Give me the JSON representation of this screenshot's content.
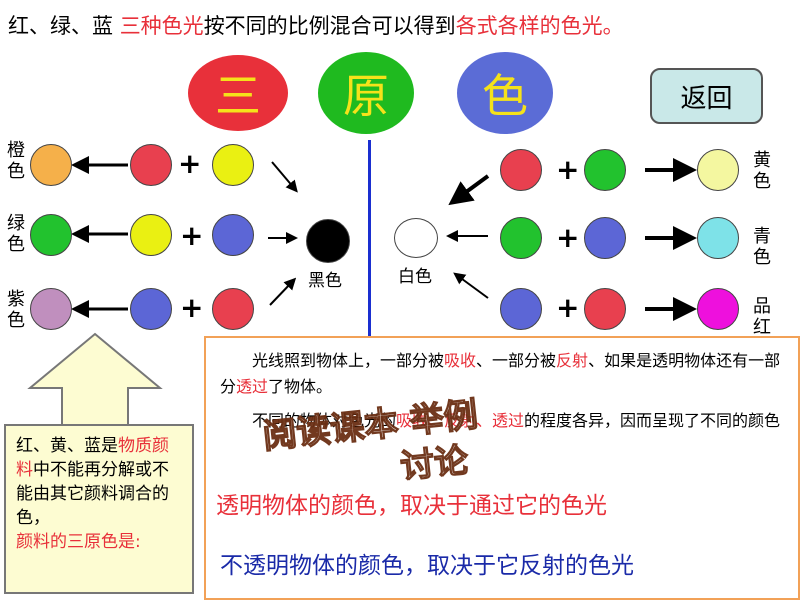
{
  "title": {
    "part1": "红、绿、蓝 ",
    "highlight1": "三种色光",
    "part2": "按不同的比例混合可以得到",
    "highlight2": "各式各样的色光。"
  },
  "primary": {
    "chars": [
      "三",
      "原",
      "色"
    ],
    "colors": [
      "#e8303a",
      "#1fba1f",
      "#5b6cd6"
    ],
    "text_color": "#f5e21a"
  },
  "back_button": "返回",
  "colors": {
    "red": "#e8404f",
    "green": "#22c22e",
    "blue": "#5c66d6",
    "yellow": "#eaf012",
    "orange": "#f5b04a",
    "purple": "#c08fbe",
    "black": "#000000",
    "white": "#ffffff",
    "light_yellow": "#f4f7a0",
    "cyan": "#7ee2e8",
    "magenta": "#ee10dd"
  },
  "left_panel": {
    "results": [
      "橙色",
      "绿色",
      "紫色"
    ],
    "center_label": "黑色",
    "plus": "+"
  },
  "right_panel": {
    "results": [
      "黄色",
      "青色",
      "品红"
    ],
    "center_label": "白色",
    "plus": "+"
  },
  "info": {
    "p1_a": "光线照到物体上，一部分被",
    "p1_absorb": "吸收",
    "p1_b": "、一部分被",
    "p1_reflect": "反射",
    "p1_c": "、如果是透明物体还有一部分",
    "p1_transmit": "透过",
    "p1_d": "了物体。",
    "p2_a": "不同的物体对色光的",
    "p2_b": "吸收、反射、透过",
    "p2_c": "的程度各异，因而呈现了不同的颜色",
    "transparent": "透明物体的颜色，取决于通过它的色光",
    "opaque": "不透明物体的颜色，取决于它反射的色光"
  },
  "watermark": {
    "line1": "阅读课本 举例",
    "line2": "讨论"
  },
  "note": {
    "a": "红、黄、蓝是",
    "b": "物质颜料",
    "c": "中不能再分解或不能由其它颜料调合的色，",
    "d": "颜料的三原色是:"
  }
}
